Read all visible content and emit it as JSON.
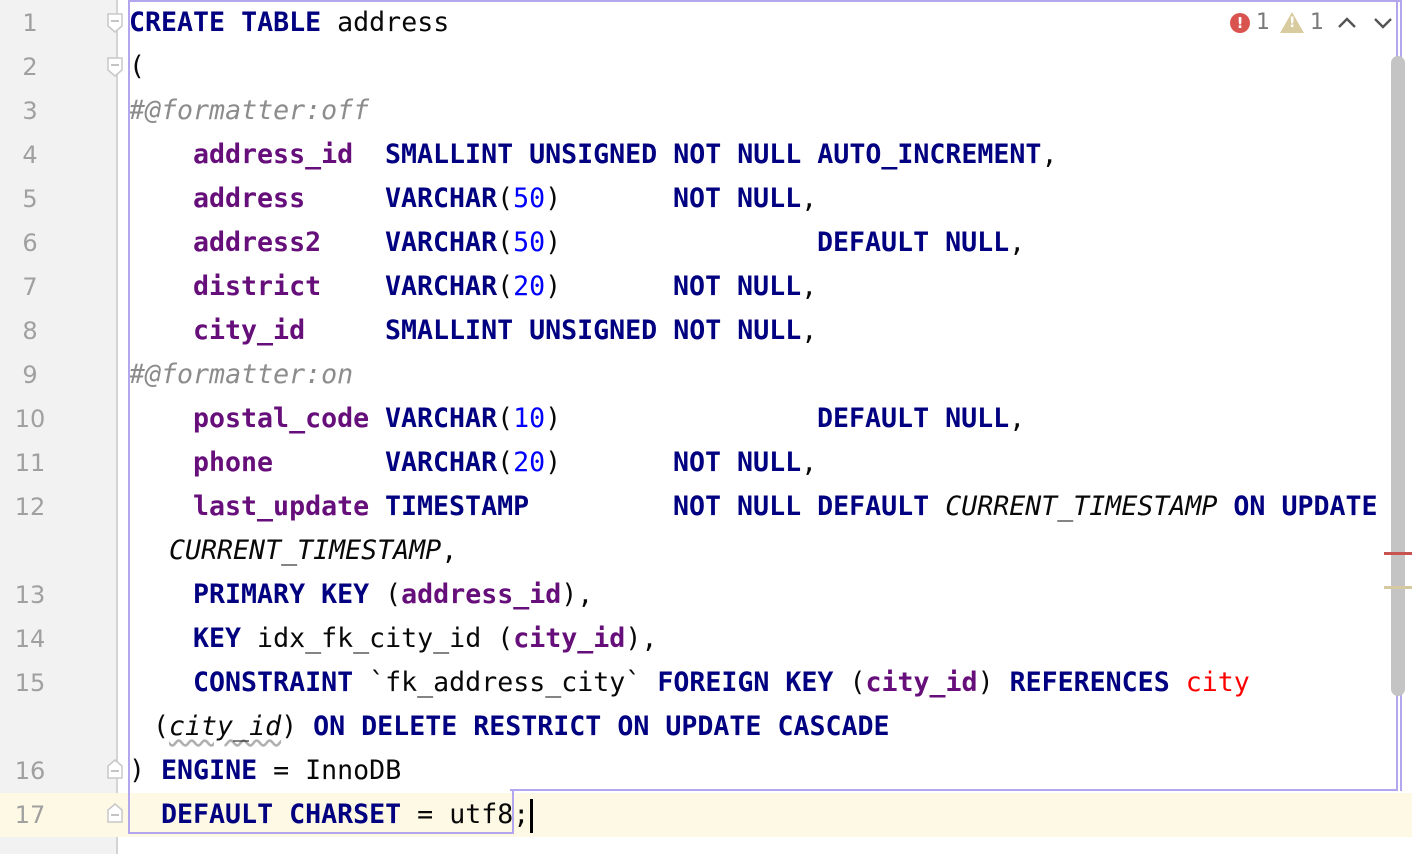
{
  "editor": {
    "language": "SQL",
    "inspections": {
      "errors": "1",
      "warnings": "1",
      "prev_label": "˄",
      "next_label": "˅"
    },
    "colors": {
      "keyword": "#000080",
      "column": "#660e7a",
      "number": "#0000ff",
      "comment": "#8c8c8c",
      "unresolved_reference": "#ff0000",
      "current_line": "#fef9e4",
      "selection_box": "#b4a6ee",
      "error_marker": "#c75450",
      "warning_marker": "#d4c9a1"
    },
    "line_numbers": [
      "1",
      "2",
      "3",
      "4",
      "5",
      "6",
      "7",
      "8",
      "9",
      "10",
      "11",
      "12",
      "13",
      "14",
      "15",
      "16",
      "17"
    ],
    "lines": {
      "l1": {
        "kw1": "CREATE TABLE",
        "t1": " address"
      },
      "l2": {
        "t1": "("
      },
      "l3": {
        "cm": "#@formatter:off"
      },
      "l4": {
        "col": "address_id",
        "kw1": "SMALLINT UNSIGNED NOT NULL AUTO_INCREMENT",
        "t1": ","
      },
      "l5": {
        "col": "address",
        "kw1": "VARCHAR",
        "p1": "(",
        "num": "50",
        "p2": ")",
        "kw2": "NOT NULL",
        "t1": ","
      },
      "l6": {
        "col": "address2",
        "kw1": "VARCHAR",
        "p1": "(",
        "num": "50",
        "p2": ")",
        "kw2": "DEFAULT NULL",
        "t1": ","
      },
      "l7": {
        "col": "district",
        "kw1": "VARCHAR",
        "p1": "(",
        "num": "20",
        "p2": ")",
        "kw2": "NOT NULL",
        "t1": ","
      },
      "l8": {
        "col": "city_id",
        "kw1": "SMALLINT UNSIGNED NOT NULL",
        "t1": ","
      },
      "l9": {
        "cm": "#@formatter:on"
      },
      "l10": {
        "col": "postal_code",
        "kw1": "VARCHAR",
        "p1": "(",
        "num": "10",
        "p2": ")",
        "kw2": "DEFAULT NULL",
        "t1": ","
      },
      "l11": {
        "col": "phone",
        "kw1": "VARCHAR",
        "p1": "(",
        "num": "20",
        "p2": ")",
        "kw2": "NOT NULL",
        "t1": ","
      },
      "l12": {
        "col": "last_update",
        "kw1": "TIMESTAMP",
        "kw2": "NOT NULL DEFAULT",
        "fn1": "CURRENT_TIMESTAMP",
        "kw3": "ON UPDATE",
        "fn2": "CURRENT_TIMESTAMP",
        "t1": ","
      },
      "l13": {
        "kw1": "PRIMARY KEY",
        "p1": " (",
        "col": "address_id",
        "t1": "),"
      },
      "l14": {
        "kw1": "KEY",
        "t0": " idx_fk_city_id (",
        "col": "city_id",
        "t1": "),"
      },
      "l15": {
        "kw1": "CONSTRAINT",
        "t0": " `fk_address_city` ",
        "kw2": "FOREIGN KEY",
        "p1": " (",
        "col": "city_id",
        "p2": ") ",
        "kw3": "REFERENCES",
        "ref": "city",
        "p3": "(",
        "col2": "city_id",
        "p4": ") ",
        "kw4": "ON DELETE RESTRICT ON UPDATE CASCADE"
      },
      "l16": {
        "t0": ") ",
        "kw1": "ENGINE",
        "t1": " = InnoDB"
      },
      "l17": {
        "kw1": "DEFAULT CHARSET",
        "t1": " = utf8",
        "t2": ";"
      }
    }
  }
}
